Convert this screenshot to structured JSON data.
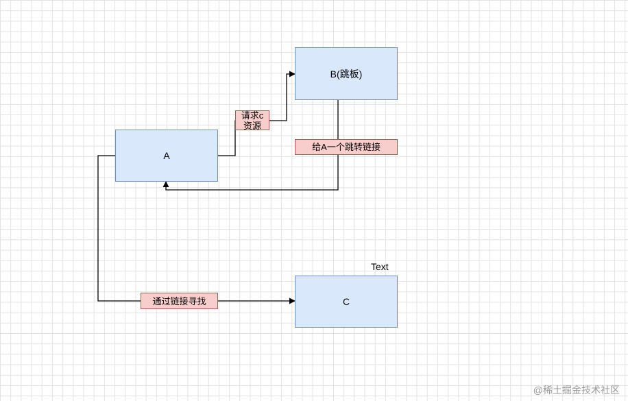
{
  "nodes": {
    "a": {
      "label": "A"
    },
    "b": {
      "label": "B(跳板)"
    },
    "c": {
      "label": "C"
    }
  },
  "edges": {
    "a_to_b": {
      "label": "请求c\n资源"
    },
    "b_to_a": {
      "label": "给A一个跳转链接"
    },
    "a_to_c": {
      "label": "通过链接寻找"
    }
  },
  "free_text": "Text",
  "watermark": "@稀土掘金技术社区",
  "colors": {
    "node_fill": "#dae8fc",
    "node_stroke": "#6c8ebf",
    "label_fill": "#f8cecc",
    "label_stroke": "#b85450",
    "edge": "#000000"
  }
}
